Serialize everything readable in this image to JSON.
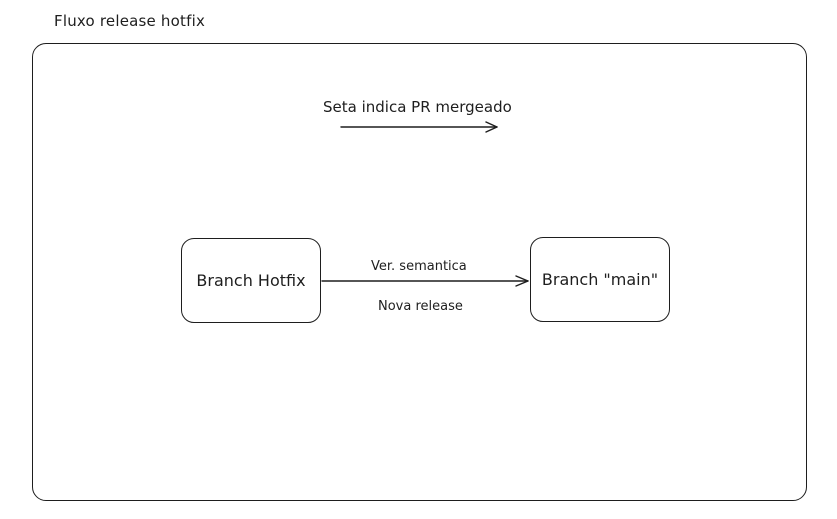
{
  "frame": {
    "title": "Fluxo release hotfix"
  },
  "legend": {
    "label": "Seta indica PR mergeado"
  },
  "nodes": {
    "hotfix": "Branch Hotfix",
    "main": "Branch \"main\""
  },
  "edge": {
    "label_top": "Ver. semantica",
    "label_bottom": "Nova release"
  },
  "colors": {
    "stroke": "#1e1e1e",
    "background": "#ffffff"
  }
}
